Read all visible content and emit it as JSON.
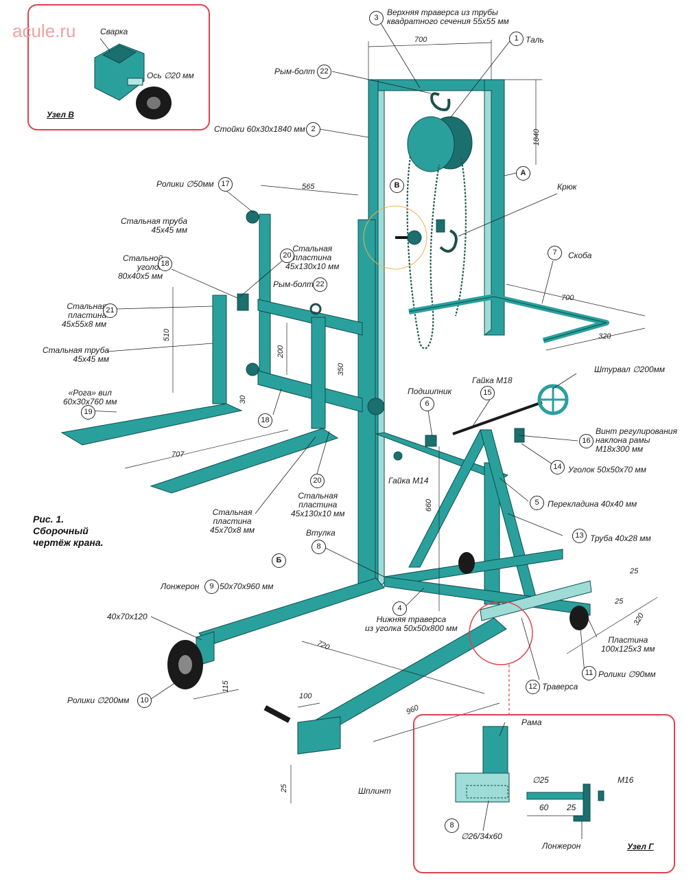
{
  "watermark": "acule.ru",
  "caption": [
    "Рис. 1.",
    "Сборочный",
    "чертёж крана."
  ],
  "nodes": {
    "v": {
      "title": "Узел В",
      "weld": "Сварка",
      "axle": "Ось ∅20 мм"
    },
    "g": {
      "title": "Узел Г",
      "frame": "Рама",
      "d25": "∅25",
      "m16": "М16",
      "l60": "60",
      "l25": "25",
      "n8": "8",
      "sleeve": "∅26/34x60",
      "spar": "Лонжерон"
    }
  },
  "labels": {
    "top_beam": "Верхняя траверса из трубы\nквадратного сечения 55x55 мм",
    "hoist": "Таль",
    "eyebolt_top": "Рым-болт",
    "posts": "Стойки 60x30x1840 мм",
    "rollers50": "Ролики ∅50мм",
    "steel_tube_top": "Стальная труба\n45x45 мм",
    "steel_angle": "Стальной\nуголок\n80x40x5 мм",
    "steel_plate_130_top": "Стальная\nпластина\n45x130x10 мм",
    "eyebolt_mid": "Рым-болт",
    "steel_plate_55": "Стальная\nпластина\n45x55x8 мм",
    "steel_tube_mid": "Стальная труба\n45x45 мм",
    "forks": "«Рога» вил\n60x30x760 мм",
    "hook": "Крюк",
    "bracket": "Скоба",
    "handwheel": "Штурвал ∅200мм",
    "tilt_screw": "Винт регулирования\nнаклона рамы\nМ18x300 мм",
    "bearing": "Подшипник",
    "nut_m18": "Гайка М18",
    "nut_m14": "Гайка М14",
    "corner": "Уголок 50x50x70 мм",
    "crossbar": "Перекладина 40x40 мм",
    "plate_70": "Стальная\nпластина\n45x70x8 мм",
    "plate_130_bottom": "Стальная\nпластина\n45x130x10 мм",
    "tube_40": "Труба 40x28 мм",
    "bushing": "Втулка",
    "spar": "Лонжерон",
    "spar_size": "50x70x960 мм",
    "bottom_beam": "Нижняя траверса\nиз уголка 50x50x800 мм",
    "plate_100": "Пластина\n100x125x3 мм",
    "rollers90": "Ролики ∅90мм",
    "traverse": "Траверса",
    "block_40": "40x70x120",
    "rollers200": "Ролики ∅200мм",
    "cotter": "Шплинт"
  },
  "dims": {
    "d700_top": "700",
    "d1840": "1840",
    "d565": "565",
    "d700_side": "700",
    "d320_side": "320",
    "d510": "510",
    "d200": "200",
    "d350": "350",
    "d30": "30",
    "d707": "707",
    "d660": "660",
    "d25a": "25",
    "d25b": "25",
    "d320_base": "320",
    "d720": "720",
    "d115": "115",
    "d100": "100",
    "d960": "960",
    "d25c": "25"
  },
  "callouts": {
    "n1": "1",
    "n2": "2",
    "n3": "3",
    "n4": "4",
    "n5": "5",
    "n6": "6",
    "n7": "7",
    "n8": "8",
    "n9": "9",
    "n10": "10",
    "n11": "11",
    "n12": "12",
    "n13": "13",
    "n14": "14",
    "n15": "15",
    "n16": "16",
    "n17": "17",
    "n18a": "18",
    "n18b": "18",
    "n19": "19",
    "n20a": "20",
    "n20b": "20",
    "n21": "21",
    "n22a": "22",
    "n22b": "22",
    "lA": "А",
    "lB": "Б",
    "lV": "В"
  },
  "colors": {
    "steel": "#2a9e9c",
    "steel_dark": "#1b6f6e",
    "steel_light": "#8fd7d3",
    "frame_box": "#e0404e"
  }
}
